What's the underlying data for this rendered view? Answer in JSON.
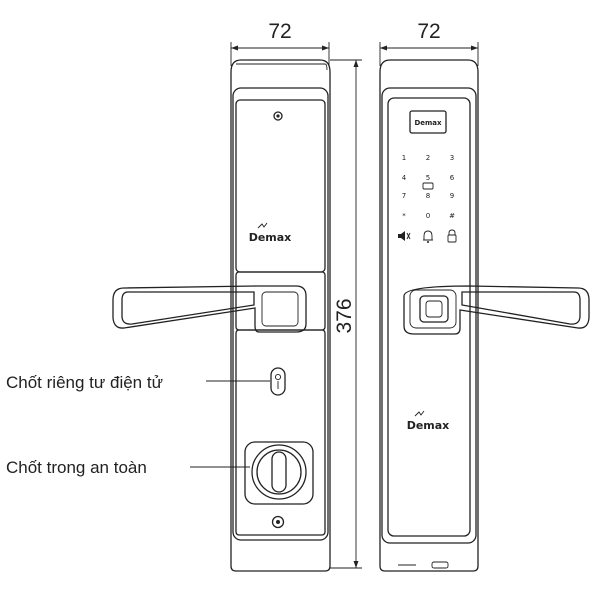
{
  "dimensions": {
    "front_width": "72",
    "back_width": "72",
    "height": "376"
  },
  "brand": {
    "front_logo": "Demax",
    "back_logo": "Demax",
    "screen_logo": "Demax"
  },
  "callouts": {
    "privacy_latch": "Chốt riêng tư điện tử",
    "safety_latch": "Chốt trong an toàn"
  },
  "keypad": {
    "rows": [
      [
        "1",
        "2",
        "3"
      ],
      [
        "4",
        "5",
        "6"
      ],
      [
        "7",
        "8",
        "9"
      ],
      [
        "*",
        "0",
        "#"
      ]
    ]
  },
  "icons": {
    "mute": "speaker-mute-icon",
    "bell": "doorbell-icon",
    "lock": "padlock-icon",
    "keyhole": "keyhole-icon",
    "fingerprint": "fingerprint-sensor-icon"
  },
  "colors": {
    "line": "#222222",
    "background": "#ffffff"
  }
}
